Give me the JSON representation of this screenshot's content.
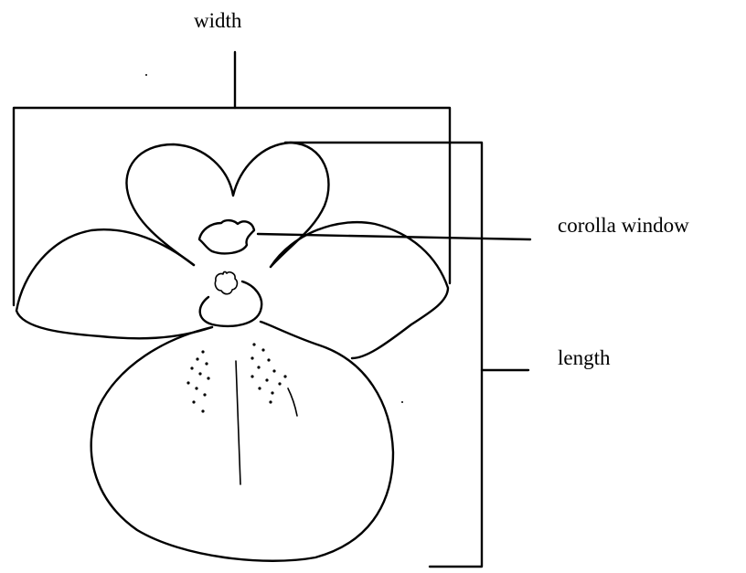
{
  "labels": {
    "width": "width",
    "corolla_window": "corolla window",
    "length": "length"
  },
  "colors": {
    "ink": "#000000",
    "background": "#ffffff"
  }
}
